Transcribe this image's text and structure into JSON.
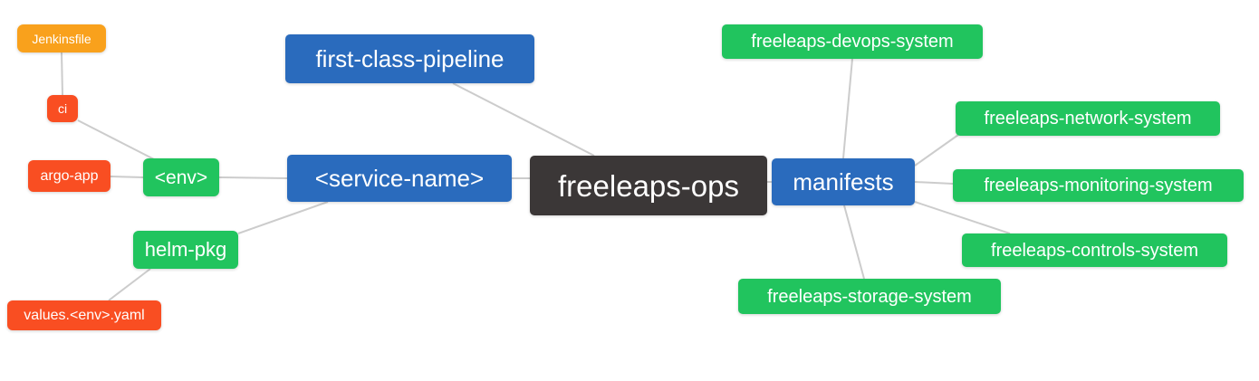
{
  "diagram": {
    "title": "freeleaps-ops mind map",
    "background_color": "#ffffff",
    "edge_color": "#cccccc",
    "text_color": "#ffffff",
    "palette": {
      "blue": "#2a6bbd",
      "green": "#21c45e",
      "red": "#f94e22",
      "orange": "#f9a11c",
      "dark": "#3b3737"
    },
    "nodes": [
      {
        "id": "jenkinsfile",
        "label": "Jenkinsfile",
        "color": "orange"
      },
      {
        "id": "ci",
        "label": "ci",
        "color": "red"
      },
      {
        "id": "argo-app",
        "label": "argo-app",
        "color": "red"
      },
      {
        "id": "env",
        "label": "<env>",
        "color": "green"
      },
      {
        "id": "helm-pkg",
        "label": "helm-pkg",
        "color": "green"
      },
      {
        "id": "values-env-yaml",
        "label": "values.<env>.yaml",
        "color": "red"
      },
      {
        "id": "first-class-pipeline",
        "label": "first-class-pipeline",
        "color": "blue"
      },
      {
        "id": "service-name",
        "label": "<service-name>",
        "color": "blue"
      },
      {
        "id": "freeleaps-ops",
        "label": "freeleaps-ops",
        "color": "dark"
      },
      {
        "id": "manifests",
        "label": "manifests",
        "color": "blue"
      },
      {
        "id": "freeleaps-devops-system",
        "label": "freeleaps-devops-system",
        "color": "green"
      },
      {
        "id": "freeleaps-network-system",
        "label": "freeleaps-network-system",
        "color": "green"
      },
      {
        "id": "freeleaps-monitoring-system",
        "label": "freeleaps-monitoring-system",
        "color": "green"
      },
      {
        "id": "freeleaps-controls-system",
        "label": "freeleaps-controls-system",
        "color": "green"
      },
      {
        "id": "freeleaps-storage-system",
        "label": "freeleaps-storage-system",
        "color": "green"
      }
    ],
    "edges": [
      {
        "from": "jenkinsfile",
        "to": "ci"
      },
      {
        "from": "ci",
        "to": "env"
      },
      {
        "from": "argo-app",
        "to": "env"
      },
      {
        "from": "env",
        "to": "service-name"
      },
      {
        "from": "helm-pkg",
        "to": "service-name"
      },
      {
        "from": "values-env-yaml",
        "to": "helm-pkg"
      },
      {
        "from": "first-class-pipeline",
        "to": "freeleaps-ops"
      },
      {
        "from": "service-name",
        "to": "freeleaps-ops"
      },
      {
        "from": "freeleaps-ops",
        "to": "manifests"
      },
      {
        "from": "manifests",
        "to": "freeleaps-devops-system"
      },
      {
        "from": "manifests",
        "to": "freeleaps-network-system"
      },
      {
        "from": "manifests",
        "to": "freeleaps-monitoring-system"
      },
      {
        "from": "manifests",
        "to": "freeleaps-controls-system"
      },
      {
        "from": "manifests",
        "to": "freeleaps-storage-system"
      }
    ]
  }
}
